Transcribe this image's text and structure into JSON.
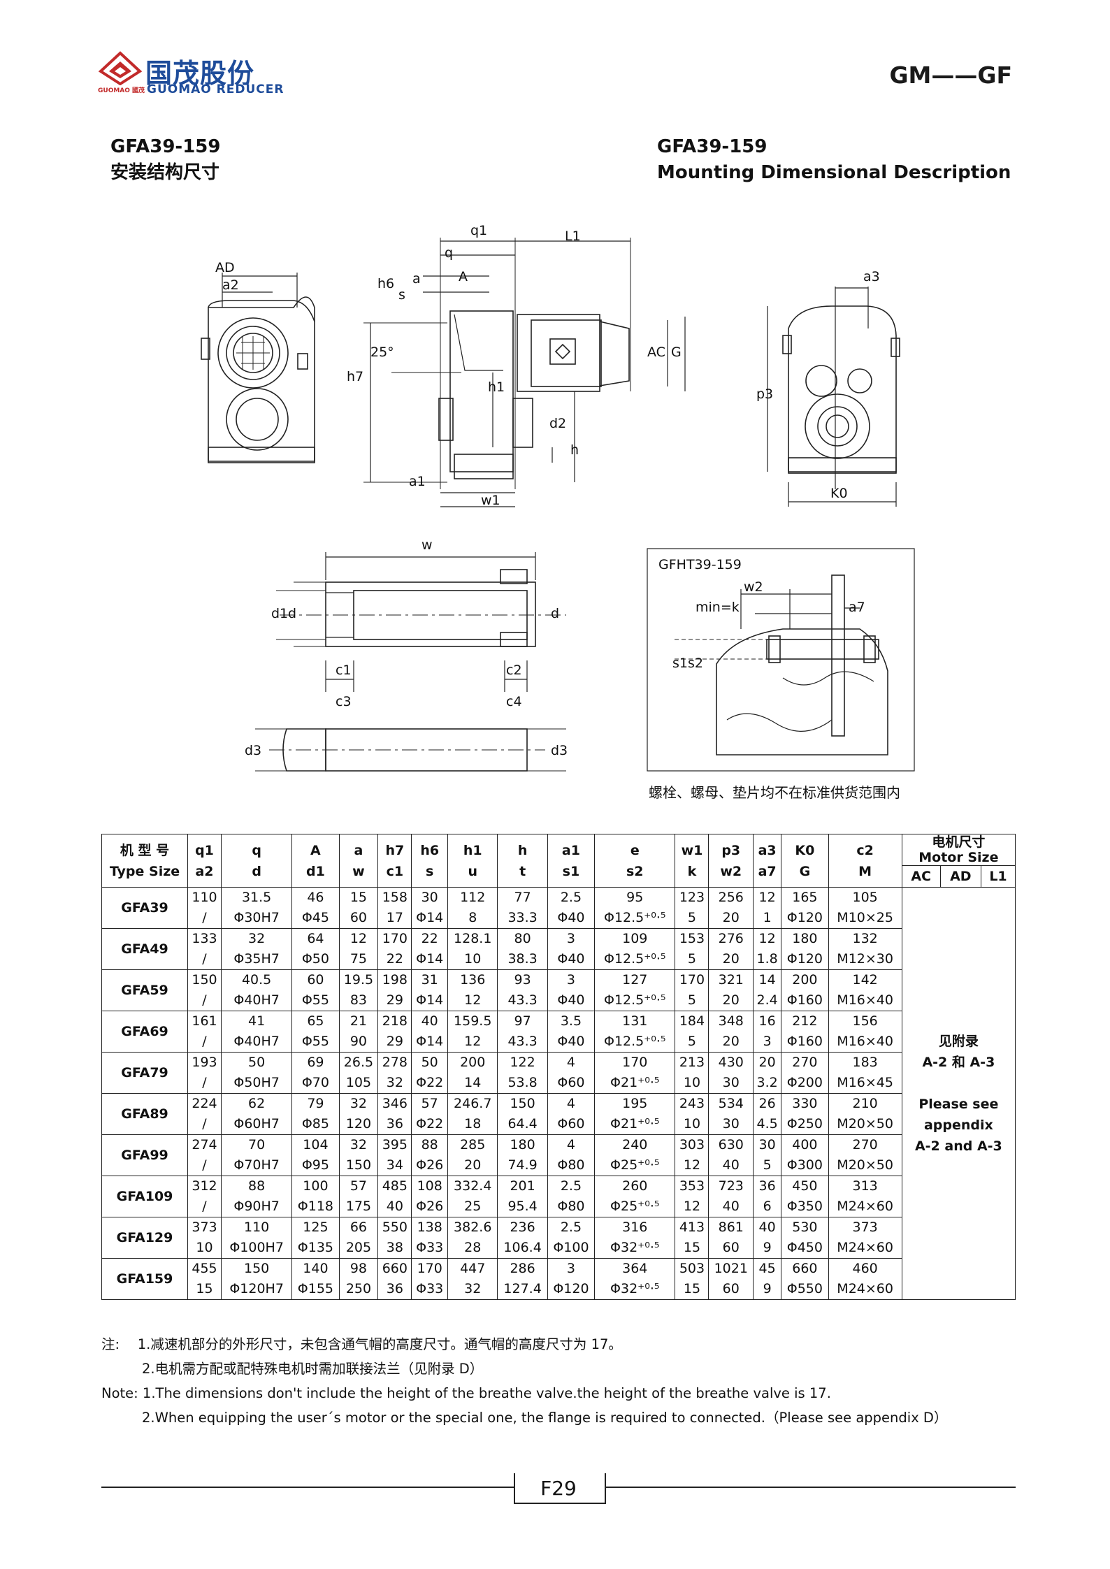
{
  "header": {
    "logo_cn": "国茂股份",
    "logo_en": "GUOMAO REDUCER",
    "logo_small": "GUOMAO 國茂",
    "series": "GM——GF"
  },
  "titles": {
    "model_left": "GFA39-159",
    "subtitle_left": "安装结构尺寸",
    "model_right": "GFA39-159",
    "subtitle_right": "Mounting Dimensional Description"
  },
  "drawing_labels": {
    "view1": [
      "AD",
      "a2"
    ],
    "view2": [
      "q1",
      "L1",
      "q",
      "h6",
      "s",
      "a",
      "A",
      "25°",
      "h7",
      "h1",
      "AC",
      "G",
      "d2",
      "h",
      "a1",
      "w1"
    ],
    "view3": [
      "a3",
      "p3",
      "K0"
    ],
    "shaft": [
      "w",
      "d1",
      "d",
      "d",
      "c1",
      "c2",
      "c3",
      "c4",
      "d3",
      "d3"
    ],
    "detail_title": "GFHT39-159",
    "detail": [
      "w2",
      "min=k",
      "a7",
      "s1",
      "s2"
    ]
  },
  "caption": "螺栓、螺母、垫片均不在标准供货范围内",
  "table": {
    "headers": [
      [
        "机 型 号",
        "Type Size"
      ],
      [
        "q1",
        "a2"
      ],
      [
        "q",
        "d"
      ],
      [
        "A",
        "d1"
      ],
      [
        "a",
        "w"
      ],
      [
        "h7",
        "c1"
      ],
      [
        "h6",
        "s"
      ],
      [
        "h1",
        "u"
      ],
      [
        "h",
        "t"
      ],
      [
        "a1",
        "s1"
      ],
      [
        "e",
        "s2"
      ],
      [
        "w1",
        "k"
      ],
      [
        "p3",
        "w2"
      ],
      [
        "a3",
        "a7"
      ],
      [
        "K0",
        "G"
      ],
      [
        "c2",
        "M"
      ]
    ],
    "motor_header": [
      "电机尺寸",
      "Motor Size"
    ],
    "motor_sub": [
      "AC",
      "AD",
      "L1"
    ],
    "motor_note": [
      "见附录",
      "A-2 和 A-3",
      "",
      "Please see",
      "appendix",
      "A-2 and A-3"
    ],
    "rows": [
      {
        "type": "GFA39",
        "top": [
          "110",
          "31.5",
          "46",
          "15",
          "158",
          "30",
          "112",
          "77",
          "2.5",
          "95",
          "123",
          "256",
          "12",
          "165",
          "105"
        ],
        "bottom": [
          "/",
          "Φ30H7",
          "Φ45",
          "60",
          "17",
          "Φ14",
          "8",
          "33.3",
          "Φ40",
          "Φ12.5⁺⁰·⁵",
          "5",
          "20",
          "1",
          "Φ120",
          "M10×25"
        ]
      },
      {
        "type": "GFA49",
        "top": [
          "133",
          "32",
          "64",
          "12",
          "170",
          "22",
          "128.1",
          "80",
          "3",
          "109",
          "153",
          "276",
          "12",
          "180",
          "132"
        ],
        "bottom": [
          "/",
          "Φ35H7",
          "Φ50",
          "75",
          "22",
          "Φ14",
          "10",
          "38.3",
          "Φ40",
          "Φ12.5⁺⁰·⁵",
          "5",
          "20",
          "1.8",
          "Φ120",
          "M12×30"
        ]
      },
      {
        "type": "GFA59",
        "top": [
          "150",
          "40.5",
          "60",
          "19.5",
          "198",
          "31",
          "136",
          "93",
          "3",
          "127",
          "170",
          "321",
          "14",
          "200",
          "142"
        ],
        "bottom": [
          "/",
          "Φ40H7",
          "Φ55",
          "83",
          "29",
          "Φ14",
          "12",
          "43.3",
          "Φ40",
          "Φ12.5⁺⁰·⁵",
          "5",
          "20",
          "2.4",
          "Φ160",
          "M16×40"
        ]
      },
      {
        "type": "GFA69",
        "top": [
          "161",
          "41",
          "65",
          "21",
          "218",
          "40",
          "159.5",
          "97",
          "3.5",
          "131",
          "184",
          "348",
          "16",
          "212",
          "156"
        ],
        "bottom": [
          "/",
          "Φ40H7",
          "Φ55",
          "90",
          "29",
          "Φ14",
          "12",
          "43.3",
          "Φ40",
          "Φ12.5⁺⁰·⁵",
          "5",
          "20",
          "3",
          "Φ160",
          "M16×40"
        ]
      },
      {
        "type": "GFA79",
        "top": [
          "193",
          "50",
          "69",
          "26.5",
          "278",
          "50",
          "200",
          "122",
          "4",
          "170",
          "213",
          "430",
          "20",
          "270",
          "183"
        ],
        "bottom": [
          "/",
          "Φ50H7",
          "Φ70",
          "105",
          "32",
          "Φ22",
          "14",
          "53.8",
          "Φ60",
          "Φ21⁺⁰·⁵",
          "10",
          "30",
          "3.2",
          "Φ200",
          "M16×45"
        ]
      },
      {
        "type": "GFA89",
        "top": [
          "224",
          "62",
          "79",
          "32",
          "346",
          "57",
          "246.7",
          "150",
          "4",
          "195",
          "243",
          "534",
          "26",
          "330",
          "210"
        ],
        "bottom": [
          "/",
          "Φ60H7",
          "Φ85",
          "120",
          "36",
          "Φ22",
          "18",
          "64.4",
          "Φ60",
          "Φ21⁺⁰·⁵",
          "10",
          "30",
          "4.5",
          "Φ250",
          "M20×50"
        ]
      },
      {
        "type": "GFA99",
        "top": [
          "274",
          "70",
          "104",
          "32",
          "395",
          "88",
          "285",
          "180",
          "4",
          "240",
          "303",
          "630",
          "30",
          "400",
          "270"
        ],
        "bottom": [
          "/",
          "Φ70H7",
          "Φ95",
          "150",
          "34",
          "Φ26",
          "20",
          "74.9",
          "Φ80",
          "Φ25⁺⁰·⁵",
          "12",
          "40",
          "5",
          "Φ300",
          "M20×50"
        ]
      },
      {
        "type": "GFA109",
        "top": [
          "312",
          "88",
          "100",
          "57",
          "485",
          "108",
          "332.4",
          "201",
          "2.5",
          "260",
          "353",
          "723",
          "36",
          "450",
          "313"
        ],
        "bottom": [
          "/",
          "Φ90H7",
          "Φ118",
          "175",
          "40",
          "Φ26",
          "25",
          "95.4",
          "Φ80",
          "Φ25⁺⁰·⁵",
          "12",
          "40",
          "6",
          "Φ350",
          "M24×60"
        ]
      },
      {
        "type": "GFA129",
        "top": [
          "373",
          "110",
          "125",
          "66",
          "550",
          "138",
          "382.6",
          "236",
          "2.5",
          "316",
          "413",
          "861",
          "40",
          "530",
          "373"
        ],
        "bottom": [
          "10",
          "Φ100H7",
          "Φ135",
          "205",
          "38",
          "Φ33",
          "28",
          "106.4",
          "Φ100",
          "Φ32⁺⁰·⁵",
          "15",
          "60",
          "9",
          "Φ450",
          "M24×60"
        ]
      },
      {
        "type": "GFA159",
        "top": [
          "455",
          "150",
          "140",
          "98",
          "660",
          "170",
          "447",
          "286",
          "3",
          "364",
          "503",
          "1021",
          "45",
          "660",
          "460"
        ],
        "bottom": [
          "15",
          "Φ120H7",
          "Φ155",
          "250",
          "36",
          "Φ33",
          "32",
          "127.4",
          "Φ120",
          "Φ32⁺⁰·⁵",
          "15",
          "60",
          "9",
          "Φ550",
          "M24×60"
        ]
      }
    ]
  },
  "notes": [
    "注:　 1.减速机部分的外形尺寸，未包含通气帽的高度尺寸。通气帽的高度尺寸为 17。",
    "2.电机需方配或配特殊电机时需加联接法兰（见附录 D）",
    "Note: 1.The dimensions don't include the height of the breathe valve.the height of the breathe valve is 17.",
    "2.When equipping the user´s motor or the special one, the flange is required to connected.（Please see appendix D）"
  ],
  "page_number": "F29",
  "colors": {
    "brand_blue": "#1e4c9a",
    "brand_red": "#c22a2a"
  }
}
